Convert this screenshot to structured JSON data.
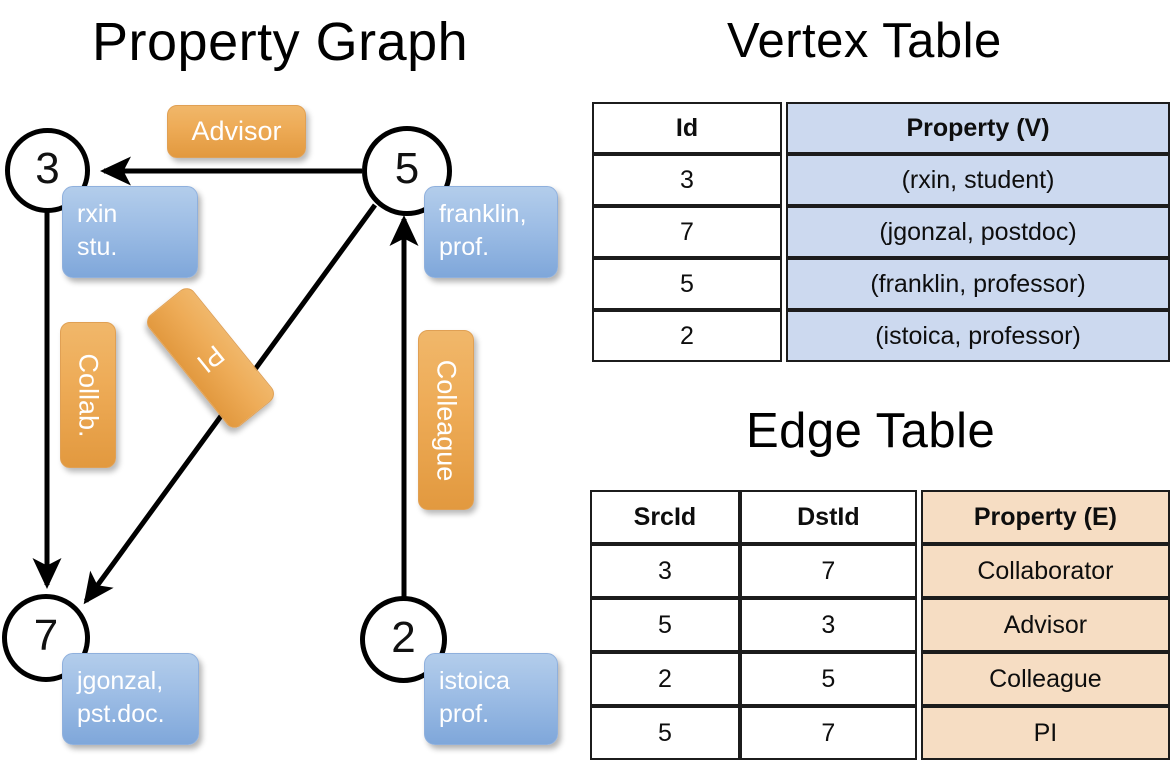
{
  "titles": {
    "property_graph": "Property Graph",
    "vertex_table": "Vertex Table",
    "edge_table": "Edge Table"
  },
  "graph": {
    "vertices": [
      {
        "id": "3",
        "property_box": [
          "rxin",
          "stu."
        ]
      },
      {
        "id": "5",
        "property_box": [
          "franklin,",
          "prof."
        ]
      },
      {
        "id": "7",
        "property_box": [
          "jgonzal,",
          "pst.doc."
        ]
      },
      {
        "id": "2",
        "property_box": [
          "istoica",
          "prof."
        ]
      }
    ],
    "edge_labels": [
      {
        "text": "Advisor",
        "src": "5",
        "dst": "3"
      },
      {
        "text": "Collab.",
        "src": "3",
        "dst": "7"
      },
      {
        "text": "PI",
        "src": "5",
        "dst": "7"
      },
      {
        "text": "Colleague",
        "src": "2",
        "dst": "5"
      }
    ]
  },
  "vertex_table": {
    "headers": [
      "Id",
      "Property (V)"
    ],
    "rows": [
      [
        "3",
        "(rxin, student)"
      ],
      [
        "7",
        "(jgonzal, postdoc)"
      ],
      [
        "5",
        "(franklin, professor)"
      ],
      [
        "2",
        "(istoica, professor)"
      ]
    ]
  },
  "edge_table": {
    "headers": [
      "SrcId",
      "DstId",
      "Property (E)"
    ],
    "rows": [
      [
        "3",
        "7",
        "Collaborator"
      ],
      [
        "5",
        "3",
        "Advisor"
      ],
      [
        "2",
        "5",
        "Colleague"
      ],
      [
        "5",
        "7",
        "PI"
      ]
    ]
  },
  "colors": {
    "vertex_property_fill": "#9dbde5",
    "edge_label_fill": "#eeac58",
    "vertex_table_property_fill": "#ccd9ef",
    "edge_table_property_fill": "#f6ddc3",
    "stroke": "#000000"
  }
}
